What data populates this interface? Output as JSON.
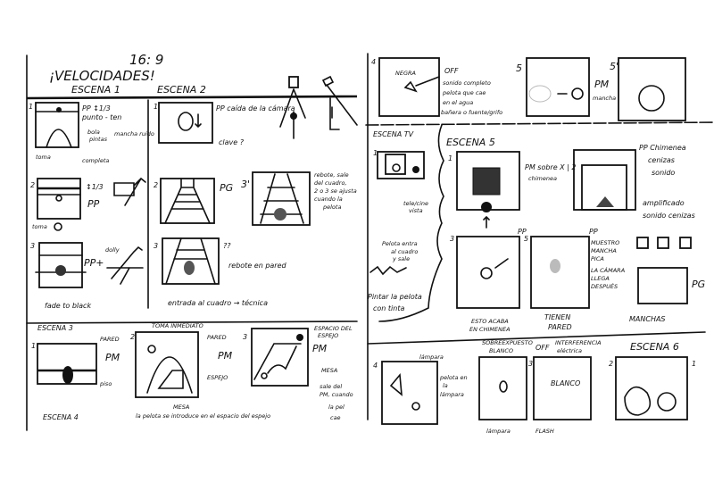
{
  "title": "¡VELOCIDADES!",
  "aspect": "16: 9",
  "scenes": {
    "escena1": "ESCENA 1",
    "escena2": "ESCENA 2",
    "escena3": "ESCENA 3",
    "escena4": "ESCENA 4",
    "escena5": "ESCENA 5",
    "escena6": "ESCENA 6",
    "escenaTV": "ESCENA TV"
  },
  "notes": {
    "e1p1_shot": "PP ↕1/3",
    "e1p1_a": "punto - ten",
    "e1p1_b": "bola",
    "e1p1_c": "pintas",
    "e1p1_d": "mancha ruido",
    "e1p1_e": "toma",
    "e1p1_f": "completa",
    "e1p2_shot": "↕1/3",
    "e1p2_pp": "PP",
    "e1p2_toma": "toma",
    "e1p3_shot": "PP+",
    "e1p3_dolly": "dolly",
    "e1p3_foot": "fade to black",
    "e2p1_shot": "PP caída de la cámara",
    "e2p1_q": "clave ?",
    "e2p2_shot": "PG",
    "e2p3_shot": "??",
    "e2p3_note": "rebote en pared",
    "e2p3b_note_1": "rebote, sale",
    "e2p3b_note_2": "del cuadro,",
    "e2p3b_note_3": "2 o 3 se ajusta",
    "e2p3b_note_4": "cuando la",
    "e2p3b_note_5": "pelota",
    "e2_foot": "entrada al cuadro → técnica",
    "r1_negra": "NEGRA",
    "r1_off": "OFF",
    "r1_a": "sonido completo",
    "r1_b": "pelota que cae",
    "r1_c": "en el agua",
    "r1_d": "bañera o fuente/grifo",
    "r1_pm": "PM",
    "r1_pm2": "mancha",
    "tv_note_1": "tele/cine",
    "tv_note_2": "vista",
    "tv_ball_1": "Pelota entra",
    "tv_ball_2": "al cuadro",
    "tv_ball_3": "y sale",
    "tv_foot_1": "Pintar la pelota",
    "tv_foot_2": "con tinta",
    "e5p1_shot": "PM sobre X | 2",
    "e5p1_b": "chimenea",
    "e5chim_1": "PP Chimenea",
    "e5chim_2": "cenizas",
    "e5chim_3": "sonido",
    "e5chim_4": "amplificado",
    "e5chim_5": "sonido cenizas",
    "e5p3_pp": "PP",
    "e5p5_pp": "PP",
    "e5p5_note_1": "MUESTRO",
    "e5p5_note_2": "MANCHA",
    "e5p5_note_3": "PICA",
    "e5p5_note_4": "LA CÁMARA",
    "e5p5_note_5": "LLEGA",
    "e5p5_note_6": "DESPUÉS",
    "e5p3_foot_1": "ESTO ACABA",
    "e5p3_foot_2": "EN CHIMENEA",
    "e5p5_foot_1": "TIENEN",
    "e5p5_foot_2": "PARED",
    "e5_pg": "PG",
    "e5_manchas": "MANCHAS",
    "e3p1_pared": "PARED",
    "e3p1_pm": "PM",
    "e3p1_piso": "piso",
    "e3p2_top": "TOMA INMEDIATO",
    "e3p2_pared": "PARED",
    "e3p2_pm": "PM",
    "e3p2_espejo": "ESPEJO",
    "e3p2_mesa": "MESA",
    "e3p2_foot": "la pelota se introduce en el espacio del espejo",
    "e3p3_top_1": "ESPACIO DEL",
    "e3p3_top_2": "ESPEJO",
    "e3p3_pm": "PM",
    "e3p3_mesa": "MESA",
    "e3p3_note_1": "sale del",
    "e3p3_note_2": "PM, cuando",
    "e3p3_note_3": "la pel",
    "e3p3_note_4": "cae",
    "e6p4_lampara": "lámpara",
    "e6p4_side_1": "pelota en",
    "e6p4_side_2": "la",
    "e6p4_side_3": "lámpara",
    "e6p3_top_1": "SOBREEXPUESTO",
    "e6p3_top_2": "BLANCO",
    "e6p3_foot": "lámpara",
    "e6p2_off": "OFF",
    "e6p2_top_1": "INTERFERENCIA",
    "e6p2_top_2": "eléctrica",
    "e6p2_blanco": "BLANCO",
    "e6p2_foot": "FLASH"
  },
  "panel_numbers": [
    "1",
    "2",
    "3",
    "1",
    "2",
    "3",
    "3'",
    "4",
    "5",
    "5'",
    "1",
    "1",
    "3",
    "5",
    "1",
    "2",
    "3",
    "4",
    "3",
    "2",
    "1"
  ]
}
